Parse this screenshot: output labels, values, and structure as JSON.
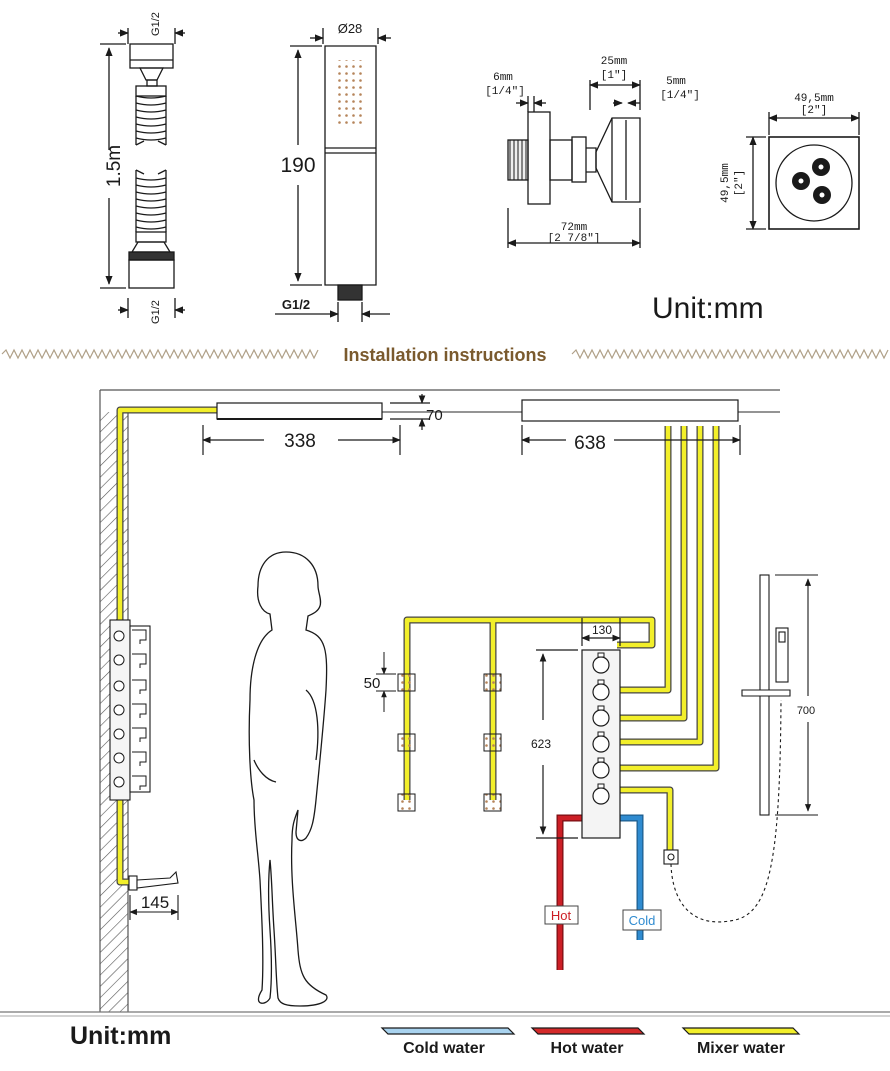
{
  "top_specs": {
    "hose": {
      "top_thread": "G1/2",
      "bottom_thread": "G1/2",
      "length": "1.5m"
    },
    "handheld": {
      "diameter": "Ø28",
      "height": "190",
      "thread": "G1/2"
    },
    "nozzle_side": {
      "left_mm": "6mm",
      "left_in": "[1/4\"]",
      "top_mm": "25mm",
      "top_in": "[1\"]",
      "right_mm": "5mm",
      "right_in": "[1/4\"]",
      "bottom_mm": "72mm",
      "bottom_in": "[2 7/8\"]"
    },
    "nozzle_front": {
      "width_mm": "49,5mm",
      "width_in": "[2\"]",
      "height_mm": "49,5mm",
      "height_in": "[2\"]"
    },
    "unit": "Unit:mm"
  },
  "section_title": "Installation instructions",
  "installation": {
    "head_side_height": "70",
    "head_side_width": "338",
    "head_front_width": "638",
    "jet_spacing": "50",
    "valve_width": "130",
    "valve_height": "623",
    "rail_height": "700",
    "spout_projection": "145",
    "hot_label": "Hot",
    "cold_label": "Cold"
  },
  "footer": {
    "unit": "Unit:mm",
    "legend": [
      {
        "label": "Cold water",
        "color": "#a9d3ef"
      },
      {
        "label": "Hot water",
        "color": "#d42a2a"
      },
      {
        "label": "Mixer water",
        "color": "#f2ef2a"
      }
    ]
  },
  "colors": {
    "line": "#1a1a1a",
    "pipe_mixer": "#f2ef2a",
    "pipe_hot": "#cc1f26",
    "pipe_cold": "#2f8bd0",
    "title": "#7a5a2e",
    "zigzag": "#b0a088"
  }
}
